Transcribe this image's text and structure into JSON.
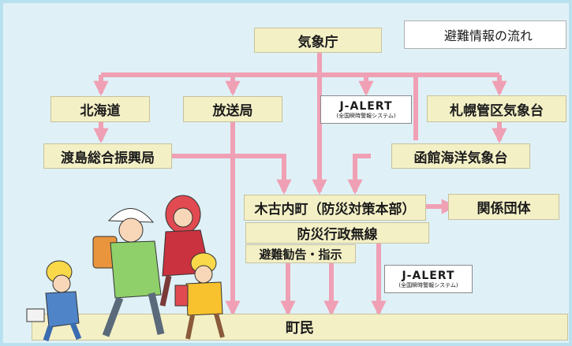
{
  "legend": {
    "label": "避難情報の流れ",
    "arrow_color": "#f0a0b4"
  },
  "nodes": {
    "kishocho": "気象庁",
    "hokkaido": "北海道",
    "hosokyoku": "放送局",
    "sapporo": "札幌管区気象台",
    "oshima": "渡島総合振興局",
    "hakodate": "函館海洋気象台",
    "kikonai": "木古内町（防災対策本部）",
    "kankei": "関係団体",
    "musen": "防災行政無線",
    "kankoku": "避難勧告・指示",
    "chomin": "町民"
  },
  "jalert": {
    "title": "J-ALERT",
    "subtitle": "(全国瞬時警報システム)"
  },
  "colors": {
    "flow": "#f0a0b4",
    "node_fill": "#f4f0c6",
    "background": "#dff1f7"
  }
}
